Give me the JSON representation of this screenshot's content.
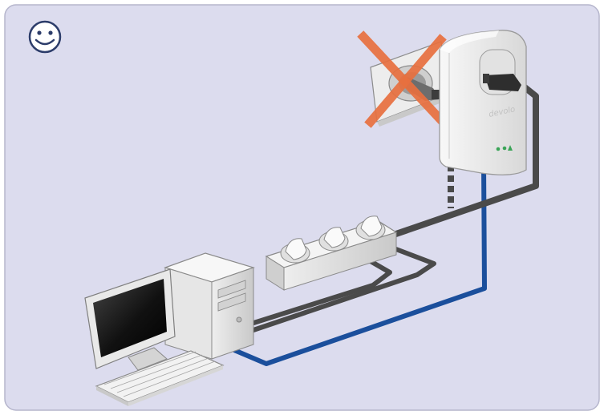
{
  "diagram": {
    "icons": {
      "status": "smiley-face-icon",
      "prohibited": "red-x-cross-icon"
    },
    "devices": [
      {
        "id": "wall-socket",
        "icon": "wall-socket-icon"
      },
      {
        "id": "powerline-adapter",
        "icon": "powerline-adapter-icon"
      },
      {
        "id": "power-strip",
        "icon": "power-strip-icon"
      },
      {
        "id": "desktop-computer",
        "icon": "desktop-computer-icon"
      }
    ],
    "connections": [
      {
        "from": "powerline-adapter",
        "to": "wall-socket",
        "kind": "plug-blocked"
      },
      {
        "from": "power-strip",
        "to": "powerline-adapter",
        "kind": "power-cable"
      },
      {
        "from": "desktop-computer",
        "to": "power-strip",
        "kind": "power-cable"
      },
      {
        "from": "desktop-computer",
        "to": "powerline-adapter",
        "kind": "network-cable"
      }
    ],
    "colors": {
      "background": "#dcdcee",
      "frame": "#ffffff",
      "power_cable": "#4a4a4a",
      "network_cable": "#1b4f9c",
      "cross": "#e8703f",
      "led": "#3aa457",
      "device_white": "#f4f4f4"
    }
  }
}
